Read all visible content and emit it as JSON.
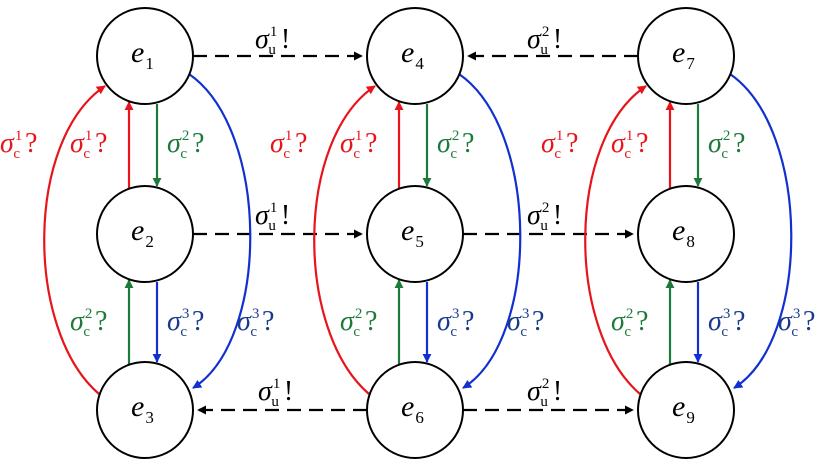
{
  "colors": {
    "black": "#000000",
    "red": "#e8141b",
    "green": "#1d7a3c",
    "blue": "#1230d0",
    "green_text": "#1d7a3c",
    "blue_text": "#1a3a8c"
  },
  "nodes": [
    {
      "id": "e1",
      "base": "e",
      "sub": "1"
    },
    {
      "id": "e2",
      "base": "e",
      "sub": "2"
    },
    {
      "id": "e3",
      "base": "e",
      "sub": "3"
    },
    {
      "id": "e4",
      "base": "e",
      "sub": "4"
    },
    {
      "id": "e5",
      "base": "e",
      "sub": "5"
    },
    {
      "id": "e6",
      "base": "e",
      "sub": "6"
    },
    {
      "id": "e7",
      "base": "e",
      "sub": "7"
    },
    {
      "id": "e8",
      "base": "e",
      "sub": "8"
    },
    {
      "id": "e9",
      "base": "e",
      "sub": "9"
    }
  ],
  "labels": {
    "u1_out": {
      "base": "σ",
      "sup": "1",
      "sub": "u",
      "suffix": "!"
    },
    "u2_out": {
      "base": "σ",
      "sup": "2",
      "sub": "u",
      "suffix": "!"
    },
    "c1_in": {
      "base": "σ",
      "sup": "1",
      "sub": "c",
      "suffix": "?"
    },
    "c2_in": {
      "base": "σ",
      "sup": "2",
      "sub": "c",
      "suffix": "?"
    },
    "c3_in": {
      "base": "σ",
      "sup": "3",
      "sub": "c",
      "suffix": "?"
    }
  }
}
